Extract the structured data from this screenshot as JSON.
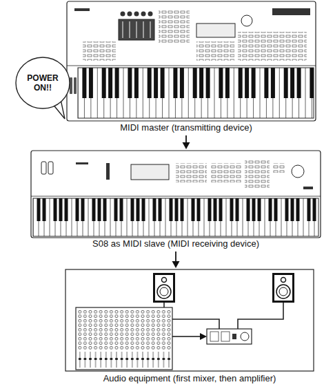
{
  "diagram": {
    "nodes": [
      {
        "text": [
          "MIDI master (transmitting device)"
        ]
      },
      {
        "text": [
          "POWER ON!!"
        ]
      },
      {
        "text": [
          "S08 as MIDI slave (MIDI receiving device)"
        ]
      },
      {
        "text": [
          "Audio equipment (first mixer, then amplifier)"
        ]
      }
    ],
    "edges": [
      {
        "from": 0,
        "to": 2,
        "arrow": "to"
      },
      {
        "from": 2,
        "to": 3,
        "arrow": "to"
      }
    ]
  }
}
